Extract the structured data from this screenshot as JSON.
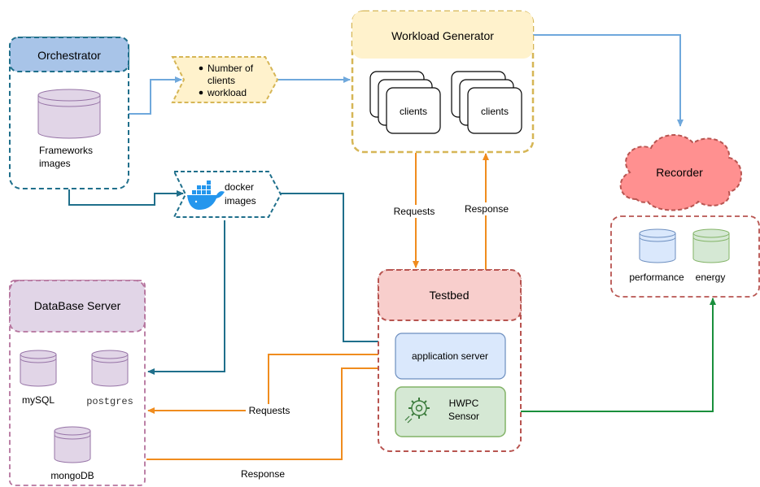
{
  "colors": {
    "blue_link": "#6fa8dc",
    "teal_link": "#1f6f8b",
    "orange_link": "#f08c1e",
    "green_link": "#1a8f3c",
    "orchestrator_fill": "#a8c4e8",
    "workload_fill": "#fff2cc",
    "workload_border": "#d6b656",
    "database_fill": "#e1d5e7",
    "database_border": "#b5739d",
    "testbed_fill": "#f8cecc",
    "testbed_border": "#b85450",
    "recorder_fill": "#ff9090",
    "app_server_fill": "#dae8fc",
    "sensor_fill": "#d5e8d4",
    "sensor_border": "#82b366",
    "cylinder_purple": "#e1d5e7",
    "cylinder_blue": "#dae8fc",
    "cylinder_green": "#d5e8d4"
  },
  "orchestrator": {
    "title": "Orchestrator",
    "images_line1": "Frameworks",
    "images_line2": "images"
  },
  "params": {
    "item1_line1": "Number of",
    "item1_line2": "clients",
    "item2": "workload"
  },
  "docker": {
    "line1": "docker",
    "line2": "images",
    "icon": "docker-whale-icon"
  },
  "workload": {
    "title": "Workload Generator",
    "clients_a": "clients",
    "clients_b": "clients"
  },
  "recorder": {
    "title": "Recorder",
    "performance": "performance",
    "energy": "energy"
  },
  "testbed": {
    "title": "Testbed",
    "app_server": "application server",
    "sensor_line1": "HWPC",
    "sensor_line2": "Sensor",
    "sensor_icon": "gear-icon"
  },
  "database": {
    "title": "DataBase Server",
    "mysql": "mySQL",
    "postgres": "postgres",
    "mongodb": "mongoDB"
  },
  "edges": {
    "requests_top": "Requests",
    "response_top": "Response",
    "requests_bottom": "Requests",
    "response_bottom": "Response"
  }
}
